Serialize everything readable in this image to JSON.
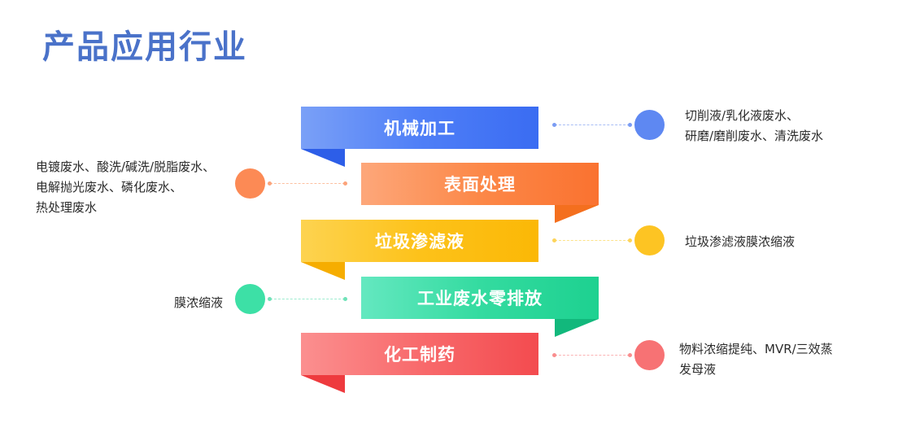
{
  "title": "产品应用行业",
  "industries": [
    {
      "label": "机械加工",
      "color": "#4f7ff7",
      "description": [
        "切削液/乳化液废水、",
        "研磨/磨削废水、清洗废水"
      ]
    },
    {
      "label": "表面处理",
      "color": "#fc8848",
      "description": [
        "电镀废水、酸洗/碱洗/脱脂废水、",
        "电解抛光废水、磷化废水、",
        "热处理废水"
      ]
    },
    {
      "label": "垃圾渗滤液",
      "color": "#fdc21a",
      "description": [
        "垃圾渗滤液膜浓缩液"
      ]
    },
    {
      "label": "工业废水零排放",
      "color": "#34dba0",
      "description": [
        "膜浓缩液"
      ]
    },
    {
      "label": "化工制药",
      "color": "#f86a6c",
      "description": [
        "物料浓缩提纯、MVR/三效蒸",
        "发母液"
      ]
    }
  ]
}
